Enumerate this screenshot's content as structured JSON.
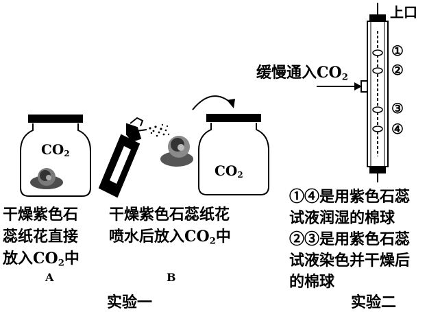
{
  "exp1": {
    "jar_a_label": "CO",
    "jar_a_label_sub": "2",
    "jar_b_label": "CO",
    "jar_b_label_sub": "2",
    "text_a_lines": [
      "干燥紫色石",
      "蕊纸花直接",
      "放入CO"
    ],
    "text_a_line3_sub": "2",
    "text_a_line3_tail": "中",
    "text_b_lines": [
      "干燥紫色石蕊纸花",
      "喷水后放入CO"
    ],
    "text_b_line2_sub": "2",
    "text_b_line2_tail": "中",
    "letter_a": "A",
    "letter_b": "B",
    "caption": "实验一"
  },
  "exp2": {
    "top_label": "上口",
    "inlet_label": "缓慢通入CO",
    "inlet_label_sub": "2",
    "markers": [
      "①",
      "②",
      "③",
      "④"
    ],
    "desc_lines": [
      "①④是用紫色石蕊",
      "试液润湿的棉球",
      "②③是用紫色石蕊",
      "试液染色并干燥后",
      "的棉球"
    ],
    "caption": "实验二"
  }
}
